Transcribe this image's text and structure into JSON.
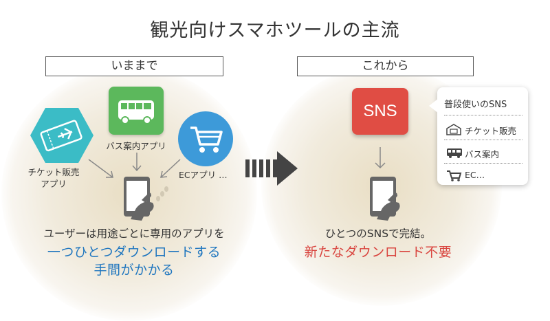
{
  "title": "観光向けスマホツールの主流",
  "left": {
    "section_label": "いままで",
    "bus_label": "バス案内アプリ",
    "ticket_label_1": "チケット販売",
    "ticket_label_2": "アプリ",
    "ec_label": "ECアプリ …",
    "caption_line1": "ユーザーは用途ごとに専用のアプリを",
    "caption_line2": "一つひとつダウンロードする",
    "caption_line3": "手間がかかる"
  },
  "right": {
    "section_label": "これから",
    "sns_label": "SNS",
    "panel_title": "普段使いのSNS",
    "panel_items": [
      "チケット販売",
      "バス案内",
      "EC…"
    ],
    "caption_line1": "ひとつのSNSで完結。",
    "caption_line2": "新たなダウンロード不要"
  },
  "colors": {
    "bus_green": "#5cb85c",
    "ec_blue": "#3d9ad9",
    "ticket_teal": "#3bbcc6",
    "sns_red": "#e04d44",
    "caption_blue": "#1f76bf",
    "caption_red": "#d9453f",
    "glow": "#ede4cf"
  },
  "icons": [
    "bus-icon",
    "cart-icon",
    "ticket-icon",
    "smartphone-icon",
    "arrow-right-icon",
    "down-arrow-icon"
  ]
}
